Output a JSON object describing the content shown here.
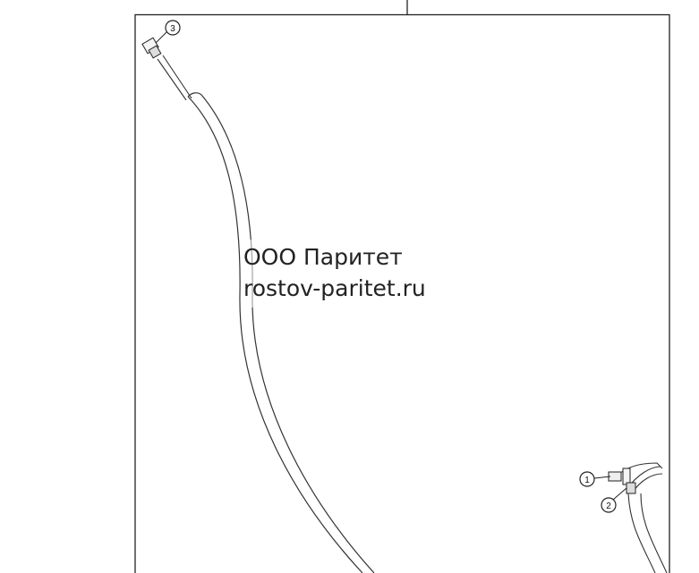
{
  "diagram": {
    "callouts": [
      {
        "id": "callout-1",
        "label": "1"
      },
      {
        "id": "callout-2",
        "label": "2"
      },
      {
        "id": "callout-3",
        "label": "3"
      }
    ]
  },
  "watermark": {
    "line1": "ООО Паритет",
    "line2": "rostov-paritet.ru"
  },
  "colors": {
    "line": "#222222",
    "background": "#ffffff"
  }
}
